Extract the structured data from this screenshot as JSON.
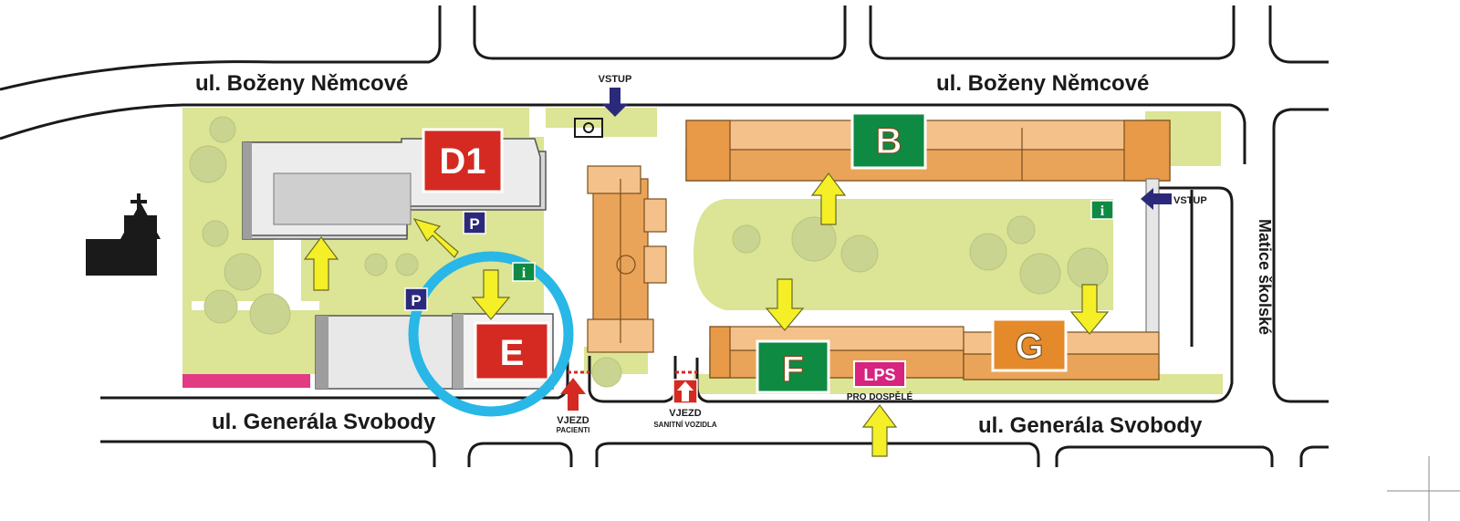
{
  "streets": {
    "north_left": "ul. Boženy Němcové",
    "north_right": "ul. Boženy Němcové",
    "south_left": "ul. Generála Svobody",
    "south_right": "ul. Generála Svobody",
    "east": "Matice školské"
  },
  "buildings": {
    "d1": "D1",
    "b": "B",
    "e": "E",
    "f": "F",
    "g": "G",
    "lps": "LPS"
  },
  "labels": {
    "vstup_top": "VSTUP",
    "vstup_right": "VSTUP",
    "vjezd_pacienti": "VJEZD",
    "pacienti": "PACIENTI",
    "vjezd_sanitni": "VJEZD",
    "sanitni": "SANITNÍ VOZIDLA",
    "pro_dospele": "PRO DOSPĚLÉ",
    "info": "i",
    "parking": "P"
  },
  "colors": {
    "red": "#d42a22",
    "green": "#0e8a43",
    "orange": "#e58a2a",
    "magenta": "#d6247f",
    "highlight": "#28b7e6",
    "park": "#dce495",
    "navy": "#2b2a7a",
    "yellow": "#f5ef27"
  }
}
